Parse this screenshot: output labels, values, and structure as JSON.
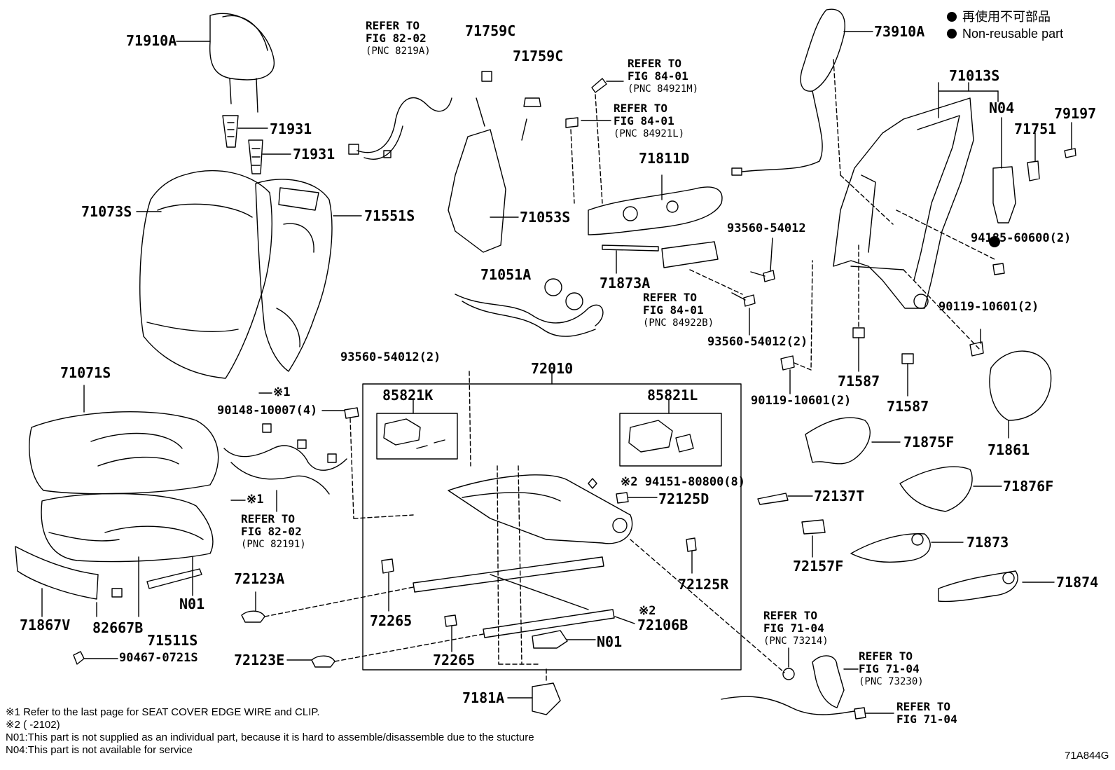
{
  "legend": {
    "line1": "再使用不可部品",
    "line2": "Non-reusable part"
  },
  "labels": {
    "p71910A": "71910A",
    "p71931a": "71931",
    "p71931b": "71931",
    "p71073S": "71073S",
    "p71551S": "71551S",
    "p71759C_a": "71759C",
    "p71759C_b": "71759C",
    "p71053S": "71053S",
    "p71051A": "71051A",
    "p71811D": "71811D",
    "p71873A": "71873A",
    "p93560_54012": "93560-54012",
    "p93560_54012_2": "93560-54012(2)",
    "p73910A": "73910A",
    "p71013S": "71013S",
    "pN04": "N04",
    "p79197": "79197",
    "p71751": "71751",
    "p94185_60600": "94185-60600(2)",
    "p90119_10601_a": "90119-10601(2)",
    "p90119_10601_b": "90119-10601(2)",
    "p71587_a": "71587",
    "p71587_b": "71587",
    "p71861": "71861",
    "p71875F": "71875F",
    "p71876F": "71876F",
    "p72137T": "72137T",
    "p72157F": "72157F",
    "p71873": "71873",
    "p71874": "71874",
    "p71071S": "71071S",
    "p90148_10007": "90148-10007(4)",
    "p93560_54012_2b": "93560-54012(2)",
    "p72010": "72010",
    "p85821K": "85821K",
    "p85821L": "85821L",
    "p94151_80800": "※2 94151-80800(8)",
    "p72125D": "72125D",
    "p72125R": "72125R",
    "p72123A": "72123A",
    "p72265_a": "72265",
    "p72265_b": "72265",
    "p72106B": "72106B",
    "pN01_a": "N01",
    "pN01_b": "N01",
    "p72123E": "72123E",
    "p7181A": "7181A",
    "p71867V": "71867V",
    "p82667B": "82667B",
    "p71511S": "71511S",
    "p90467_0721S": "90467-0721S",
    "mark1a": "※1",
    "mark1b": "※1",
    "mark2": "※2"
  },
  "refs": {
    "r1": {
      "l1": "REFER TO",
      "l2": "FIG 82-02",
      "l3": "(PNC 8219A)"
    },
    "r2": {
      "l1": "REFER TO",
      "l2": "FIG 84-01",
      "l3": "(PNC 84921M)"
    },
    "r3": {
      "l1": "REFER TO",
      "l2": "FIG 84-01",
      "l3": "(PNC 84921L)"
    },
    "r4": {
      "l1": "REFER TO",
      "l2": "FIG 84-01",
      "l3": "(PNC 84922B)"
    },
    "r5": {
      "l1": "REFER TO",
      "l2": "FIG 82-02",
      "l3": "(PNC 82191)"
    },
    "r6": {
      "l1": "REFER TO",
      "l2": "FIG 71-04",
      "l3": "(PNC 73214)"
    },
    "r7": {
      "l1": "REFER TO",
      "l2": "FIG 71-04",
      "l3": "(PNC 73230)"
    },
    "r8": {
      "l1": "REFER TO",
      "l2": "FIG 71-04"
    }
  },
  "notes": {
    "n1": "※1 Refer to the last page for SEAT COVER EDGE WIRE and CLIP.",
    "n2": "※2 (      -2102)",
    "n3": "N01:This part is not supplied as an individual part, because it is hard to assemble/disassemble due to the stucture",
    "n4": "N04:This part is not available for service"
  },
  "figure_id": "71A844G"
}
